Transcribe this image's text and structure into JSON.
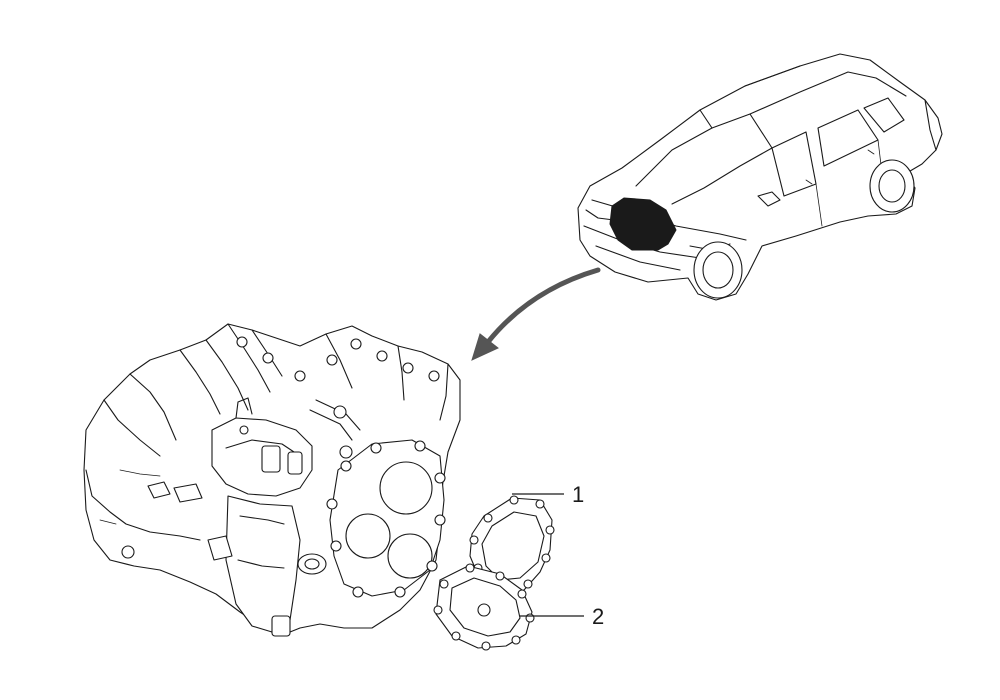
{
  "callouts": [
    {
      "id": "1",
      "label": "1"
    },
    {
      "id": "2",
      "label": "2"
    }
  ],
  "colors": {
    "line": "#1a1a1a",
    "highlight": "#1a1a1a",
    "arrow": "#555555",
    "background": "#ffffff"
  },
  "icons": {
    "vehicle": "suv-car-icon",
    "location_arrow": "curved-arrow-icon",
    "assembly": "manual-transmission-assembly",
    "part_1": "transmission-cover-gasket",
    "part_2": "transmission-rear-cover"
  }
}
